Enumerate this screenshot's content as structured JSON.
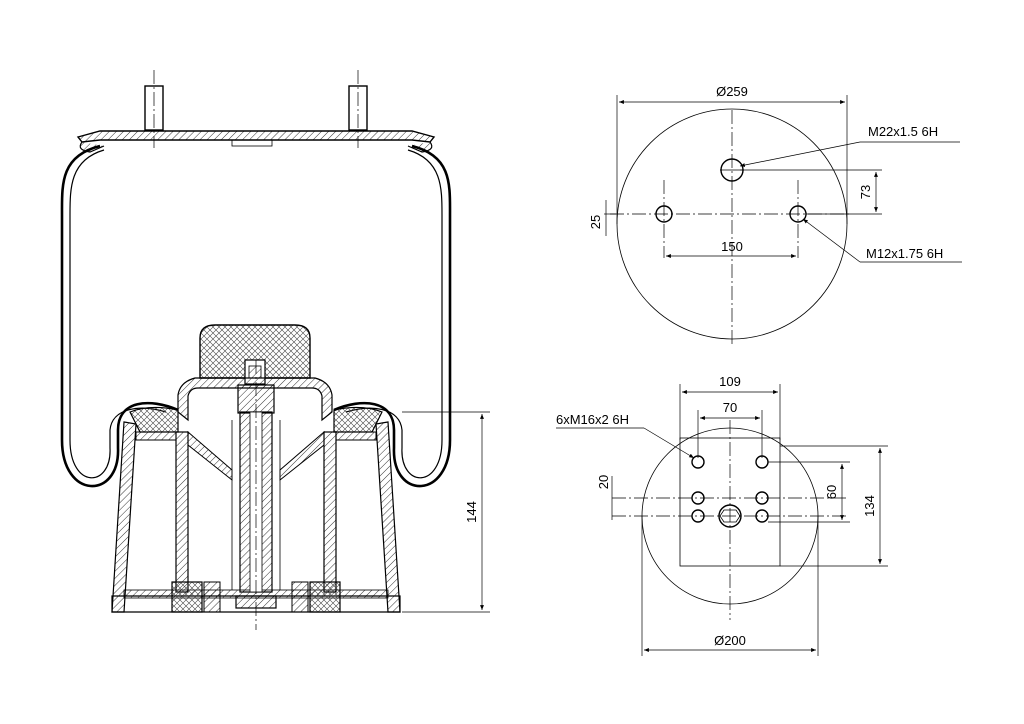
{
  "drawing": {
    "side_view": {
      "height_dim": "144"
    },
    "top_plate": {
      "diameter_dim": "Ø259",
      "center_thread_callout": "M22x1.5 6H",
      "side_thread_callout": "M12x1.75 6H",
      "hole_spacing_dim": "150",
      "offset_dim": "73",
      "left_offset_dim": "25"
    },
    "bottom_plate": {
      "diameter_dim": "Ø200",
      "thread_callout": "6xM16x2 6H",
      "outer_width_dim": "109",
      "inner_width_dim": "70",
      "vertical_spacing_dim": "60",
      "height_dim": "134",
      "small_offset_dim": "20"
    }
  }
}
